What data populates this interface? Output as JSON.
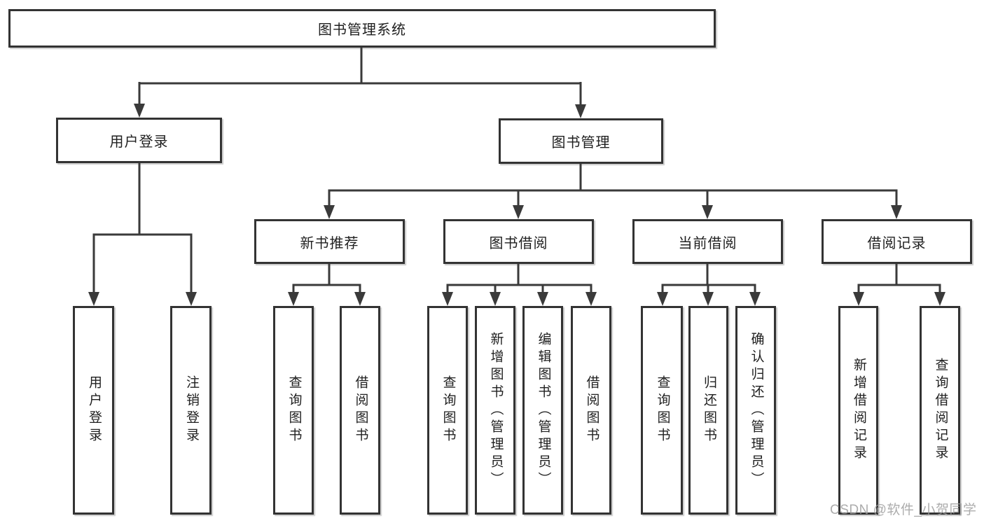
{
  "tree": {
    "label": "图书管理系统",
    "children": [
      {
        "label": "用户登录",
        "children": [
          {
            "label": "用户登录"
          },
          {
            "label": "注销登录"
          }
        ]
      },
      {
        "label": "图书管理",
        "children": [
          {
            "label": "新书推荐",
            "children": [
              {
                "label": "查询图书"
              },
              {
                "label": "借阅图书"
              }
            ]
          },
          {
            "label": "图书借阅",
            "children": [
              {
                "label": "查询图书"
              },
              {
                "label": "新增图书（管理员）"
              },
              {
                "label": "编辑图书（管理员）"
              },
              {
                "label": "借阅图书"
              }
            ]
          },
          {
            "label": "当前借阅",
            "children": [
              {
                "label": "查询图书"
              },
              {
                "label": "归还图书"
              },
              {
                "label": "确认归还（管理员）"
              }
            ]
          },
          {
            "label": "借阅记录",
            "children": [
              {
                "label": "新增借阅记录"
              },
              {
                "label": "查询借阅记录"
              }
            ]
          }
        ]
      }
    ]
  },
  "watermark": {
    "text": "CSDN @软件_小贺同学"
  },
  "colors": {
    "line": "#3a3a3a",
    "box_border": "#333333",
    "text": "#1f1f1f",
    "watermark": "#9e9e9e",
    "background": "#ffffff"
  }
}
